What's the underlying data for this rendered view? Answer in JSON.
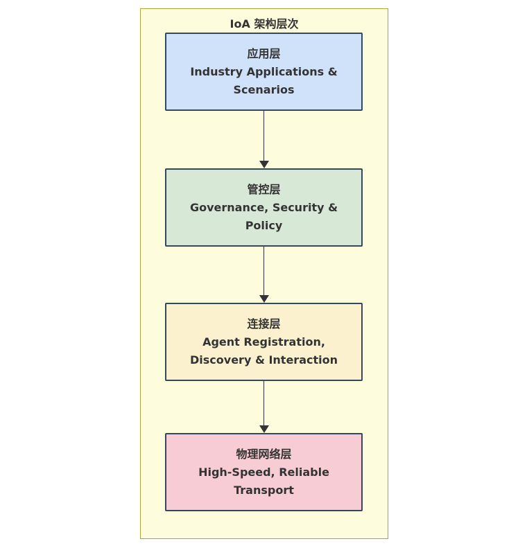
{
  "diagram": {
    "title": "IoA 架构层次",
    "nodes": [
      {
        "id": "application-layer",
        "title_zh": "应用层",
        "subtitle_line1": "Industry Applications &",
        "subtitle_line2": "Scenarios",
        "fill": "#cfe2f9"
      },
      {
        "id": "governance-layer",
        "title_zh": "管控层",
        "subtitle_line1": "Governance, Security &",
        "subtitle_line2": "Policy",
        "fill": "#d7e9d6"
      },
      {
        "id": "connection-layer",
        "title_zh": "连接层",
        "subtitle_line1": "Agent Registration,",
        "subtitle_line2": "Discovery & Interaction",
        "fill": "#fcf1cf"
      },
      {
        "id": "physical-network-layer",
        "title_zh": "物理网络层",
        "subtitle_line1": "High-Speed, Reliable",
        "subtitle_line2": "Transport",
        "fill": "#f7ccd5"
      }
    ],
    "colors": {
      "container_fill": "#fdfdde",
      "container_stroke": "#a6a73b",
      "node_stroke": "#33485c",
      "arrow": "#333333",
      "text": "#333333"
    }
  }
}
